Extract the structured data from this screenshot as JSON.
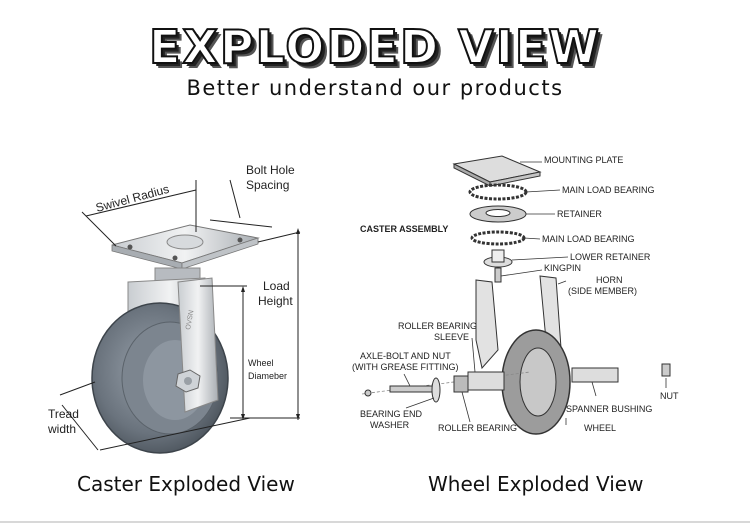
{
  "header": {
    "title": "EXPLODED VIEW",
    "subtitle": "Better understand our products"
  },
  "left_diagram": {
    "labels": {
      "swivel_radius": "Swivel Radius",
      "bolt_hole_1": "Bolt Hole",
      "bolt_hole_2": "Spacing",
      "load_1": "Load",
      "load_2": "Height",
      "wheel_1": "Wheel",
      "wheel_2": "Diameber",
      "tread_1": "Tread",
      "tread_2": "width"
    },
    "caption": "Caster Exploded View"
  },
  "right_diagram": {
    "assembly_title": "CASTER ASSEMBLY",
    "parts": {
      "mounting_plate": "MOUNTING PLATE",
      "main_load_bearing_top": "MAIN LOAD BEARING",
      "retainer": "RETAINER",
      "main_load_bearing_bottom": "MAIN LOAD BEARING",
      "lower_retainer": "LOWER RETAINER",
      "kingpin": "KINGPIN",
      "horn_1": "HORN",
      "horn_2": "(SIDE MEMBER)",
      "roller_bearing_sleeve_1": "ROLLER BEARING",
      "roller_bearing_sleeve_2": "SLEEVE",
      "axle_bolt_1": "AXLE-BOLT AND NUT",
      "axle_bolt_2": "(WITH GREASE FITTING)",
      "bearing_end_1": "BEARING END",
      "bearing_end_2": "WASHER",
      "roller_bearing": "ROLLER BEARING",
      "spanner_bushing": "SPANNER BUSHING",
      "wheel": "WHEEL",
      "nut": "NUT"
    },
    "caption": "Wheel Exploded View"
  }
}
